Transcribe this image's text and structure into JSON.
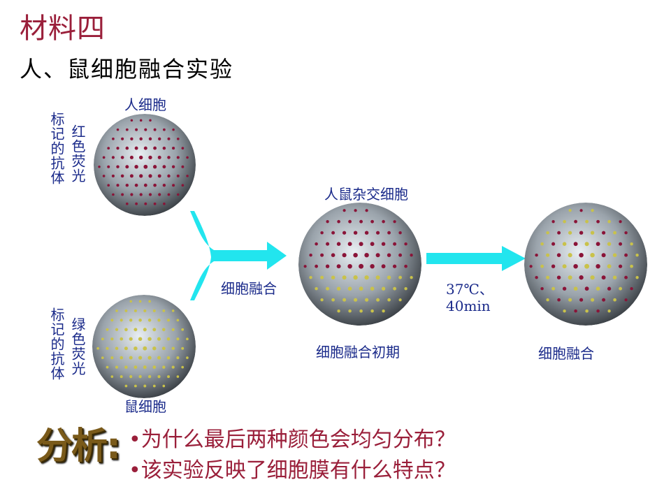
{
  "title": "材料四",
  "subtitle": "人、鼠细胞融合实验",
  "labels": {
    "human_cell": "人细胞",
    "red_marker_left": "标记的抗体",
    "red_marker_right": "红色荧光",
    "green_marker_left": "标记的抗体",
    "green_marker_right": "绿色荧光",
    "mouse_cell": "鼠细胞",
    "fusion_step": "细胞融合",
    "hybrid_cell": "人鼠杂交细胞",
    "early_fusion": "细胞融合初期",
    "condition_line1": "37℃、",
    "condition_line2": "40min",
    "final_fusion": "细胞融合"
  },
  "analysis": {
    "heading": "分析:",
    "bullet": "•",
    "questions": [
      "为什么最后两种颜色会均匀分布？",
      "该实验反映了细胞膜有什么特点？"
    ]
  },
  "colors": {
    "title": "#9a1f3a",
    "label": "#1a2a8a",
    "arrow": "#22e5ee",
    "red_dot": "#8a1438",
    "green_dot": "#c9c24a"
  }
}
